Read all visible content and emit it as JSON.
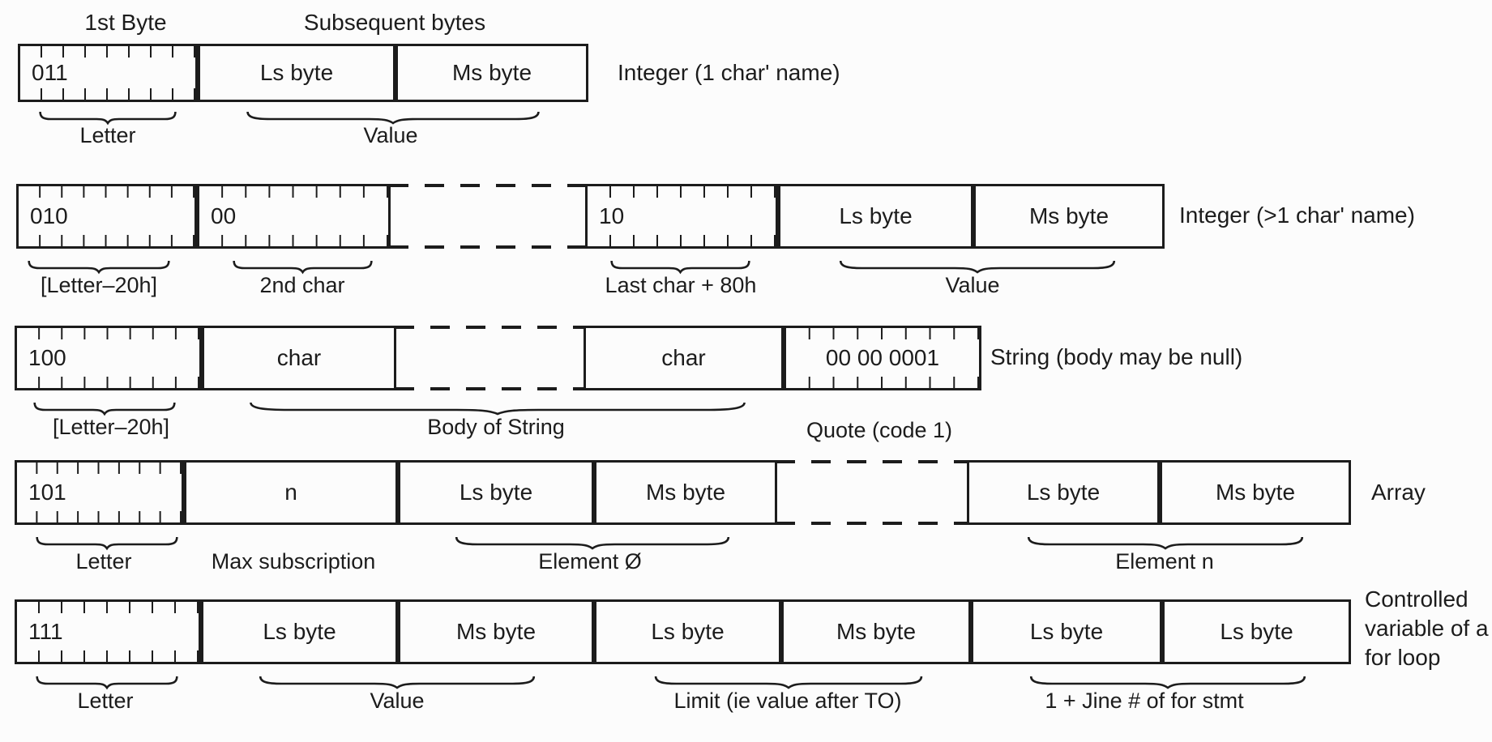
{
  "headers": {
    "first_byte": "1st Byte",
    "subsequent_bytes": "Subsequent bytes"
  },
  "rows": [
    {
      "side_label": "Integer (1 char' name)",
      "boxes": [
        {
          "label": "011"
        },
        {
          "label": "Ls byte"
        },
        {
          "label": "Ms byte"
        }
      ],
      "annotations": [
        "Letter",
        "Value"
      ]
    },
    {
      "side_label": "Integer (>1 char' name)",
      "boxes": [
        {
          "label": "010"
        },
        {
          "label": "00"
        },
        {
          "label": "10"
        },
        {
          "label": "Ls byte"
        },
        {
          "label": "Ms byte"
        }
      ],
      "annotations": [
        "[Letter–20h]",
        "2nd char",
        "Last char + 80h",
        "Value"
      ]
    },
    {
      "side_label": "String (body may be null)",
      "boxes": [
        {
          "label": "100"
        },
        {
          "label": "char"
        },
        {
          "label": "char"
        },
        {
          "label": "00 00 0001"
        }
      ],
      "annotations": [
        "[Letter–20h]",
        "Body of String",
        "Quote (code 1)"
      ]
    },
    {
      "side_label": "Array",
      "boxes": [
        {
          "label": "101"
        },
        {
          "label": "n"
        },
        {
          "label": "Ls byte"
        },
        {
          "label": "Ms byte"
        },
        {
          "label": "Ls byte"
        },
        {
          "label": "Ms byte"
        }
      ],
      "annotations": [
        "Letter",
        "Max subscription",
        "Element Ø",
        "Element  n"
      ]
    },
    {
      "side_label": "Controlled variable of a for loop",
      "boxes": [
        {
          "label": "111"
        },
        {
          "label": "Ls byte"
        },
        {
          "label": "Ms byte"
        },
        {
          "label": "Ls byte"
        },
        {
          "label": "Ms byte"
        },
        {
          "label": "Ls byte"
        },
        {
          "label": "Ls byte"
        }
      ],
      "annotations": [
        "Letter",
        "Value",
        "Limit (ie value after TO)",
        "1 + Jine # of for stmt"
      ]
    }
  ]
}
